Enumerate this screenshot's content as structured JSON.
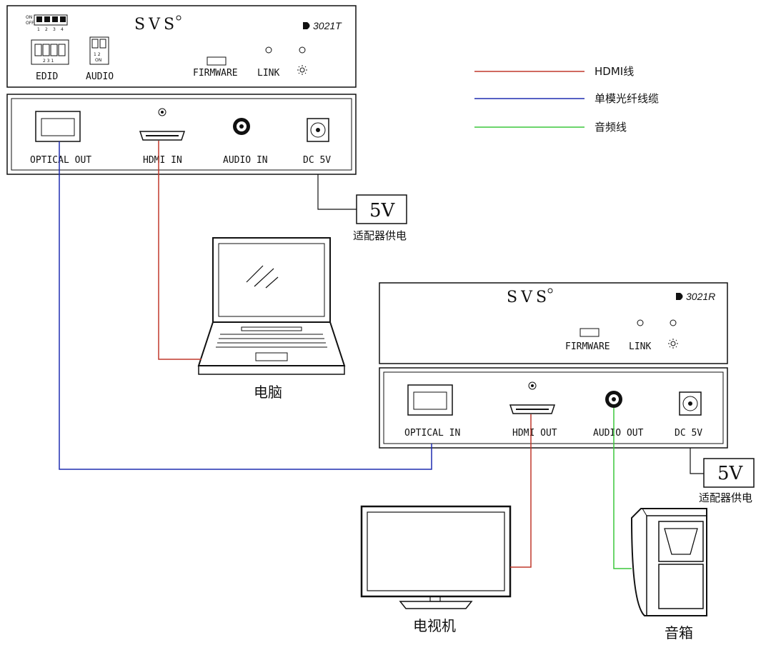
{
  "transmitter": {
    "brand": "SVS",
    "model": "3021T",
    "switch_on_label": "ON",
    "switch_off_label": "OFF",
    "edid_label": "EDID",
    "audio_label": "AUDIO",
    "firmware_label": "FIRMWARE",
    "link_label": "LINK",
    "optical_label": "OPTICAL OUT",
    "hdmi_label": "HDMI IN",
    "audio_port_label": "AUDIO IN",
    "dc_label": "DC 5V"
  },
  "receiver": {
    "brand": "SVS",
    "model": "3021R",
    "firmware_label": "FIRMWARE",
    "link_label": "LINK",
    "optical_label": "OPTICAL IN",
    "hdmi_label": "HDMI OUT",
    "audio_port_label": "AUDIO OUT",
    "dc_label": "DC 5V"
  },
  "power_supplies": [
    {
      "value": "5V",
      "caption": "适配器供电"
    },
    {
      "value": "5V",
      "caption": "适配器供电"
    }
  ],
  "devices": {
    "laptop": "电脑",
    "tv": "电视机",
    "speaker": "音箱"
  },
  "legend": [
    {
      "label": "HDMI线",
      "color": "#c0392b"
    },
    {
      "label": "单模光纤线缆",
      "color": "#1f2db0"
    },
    {
      "label": "音频线",
      "color": "#3cc73c"
    }
  ]
}
